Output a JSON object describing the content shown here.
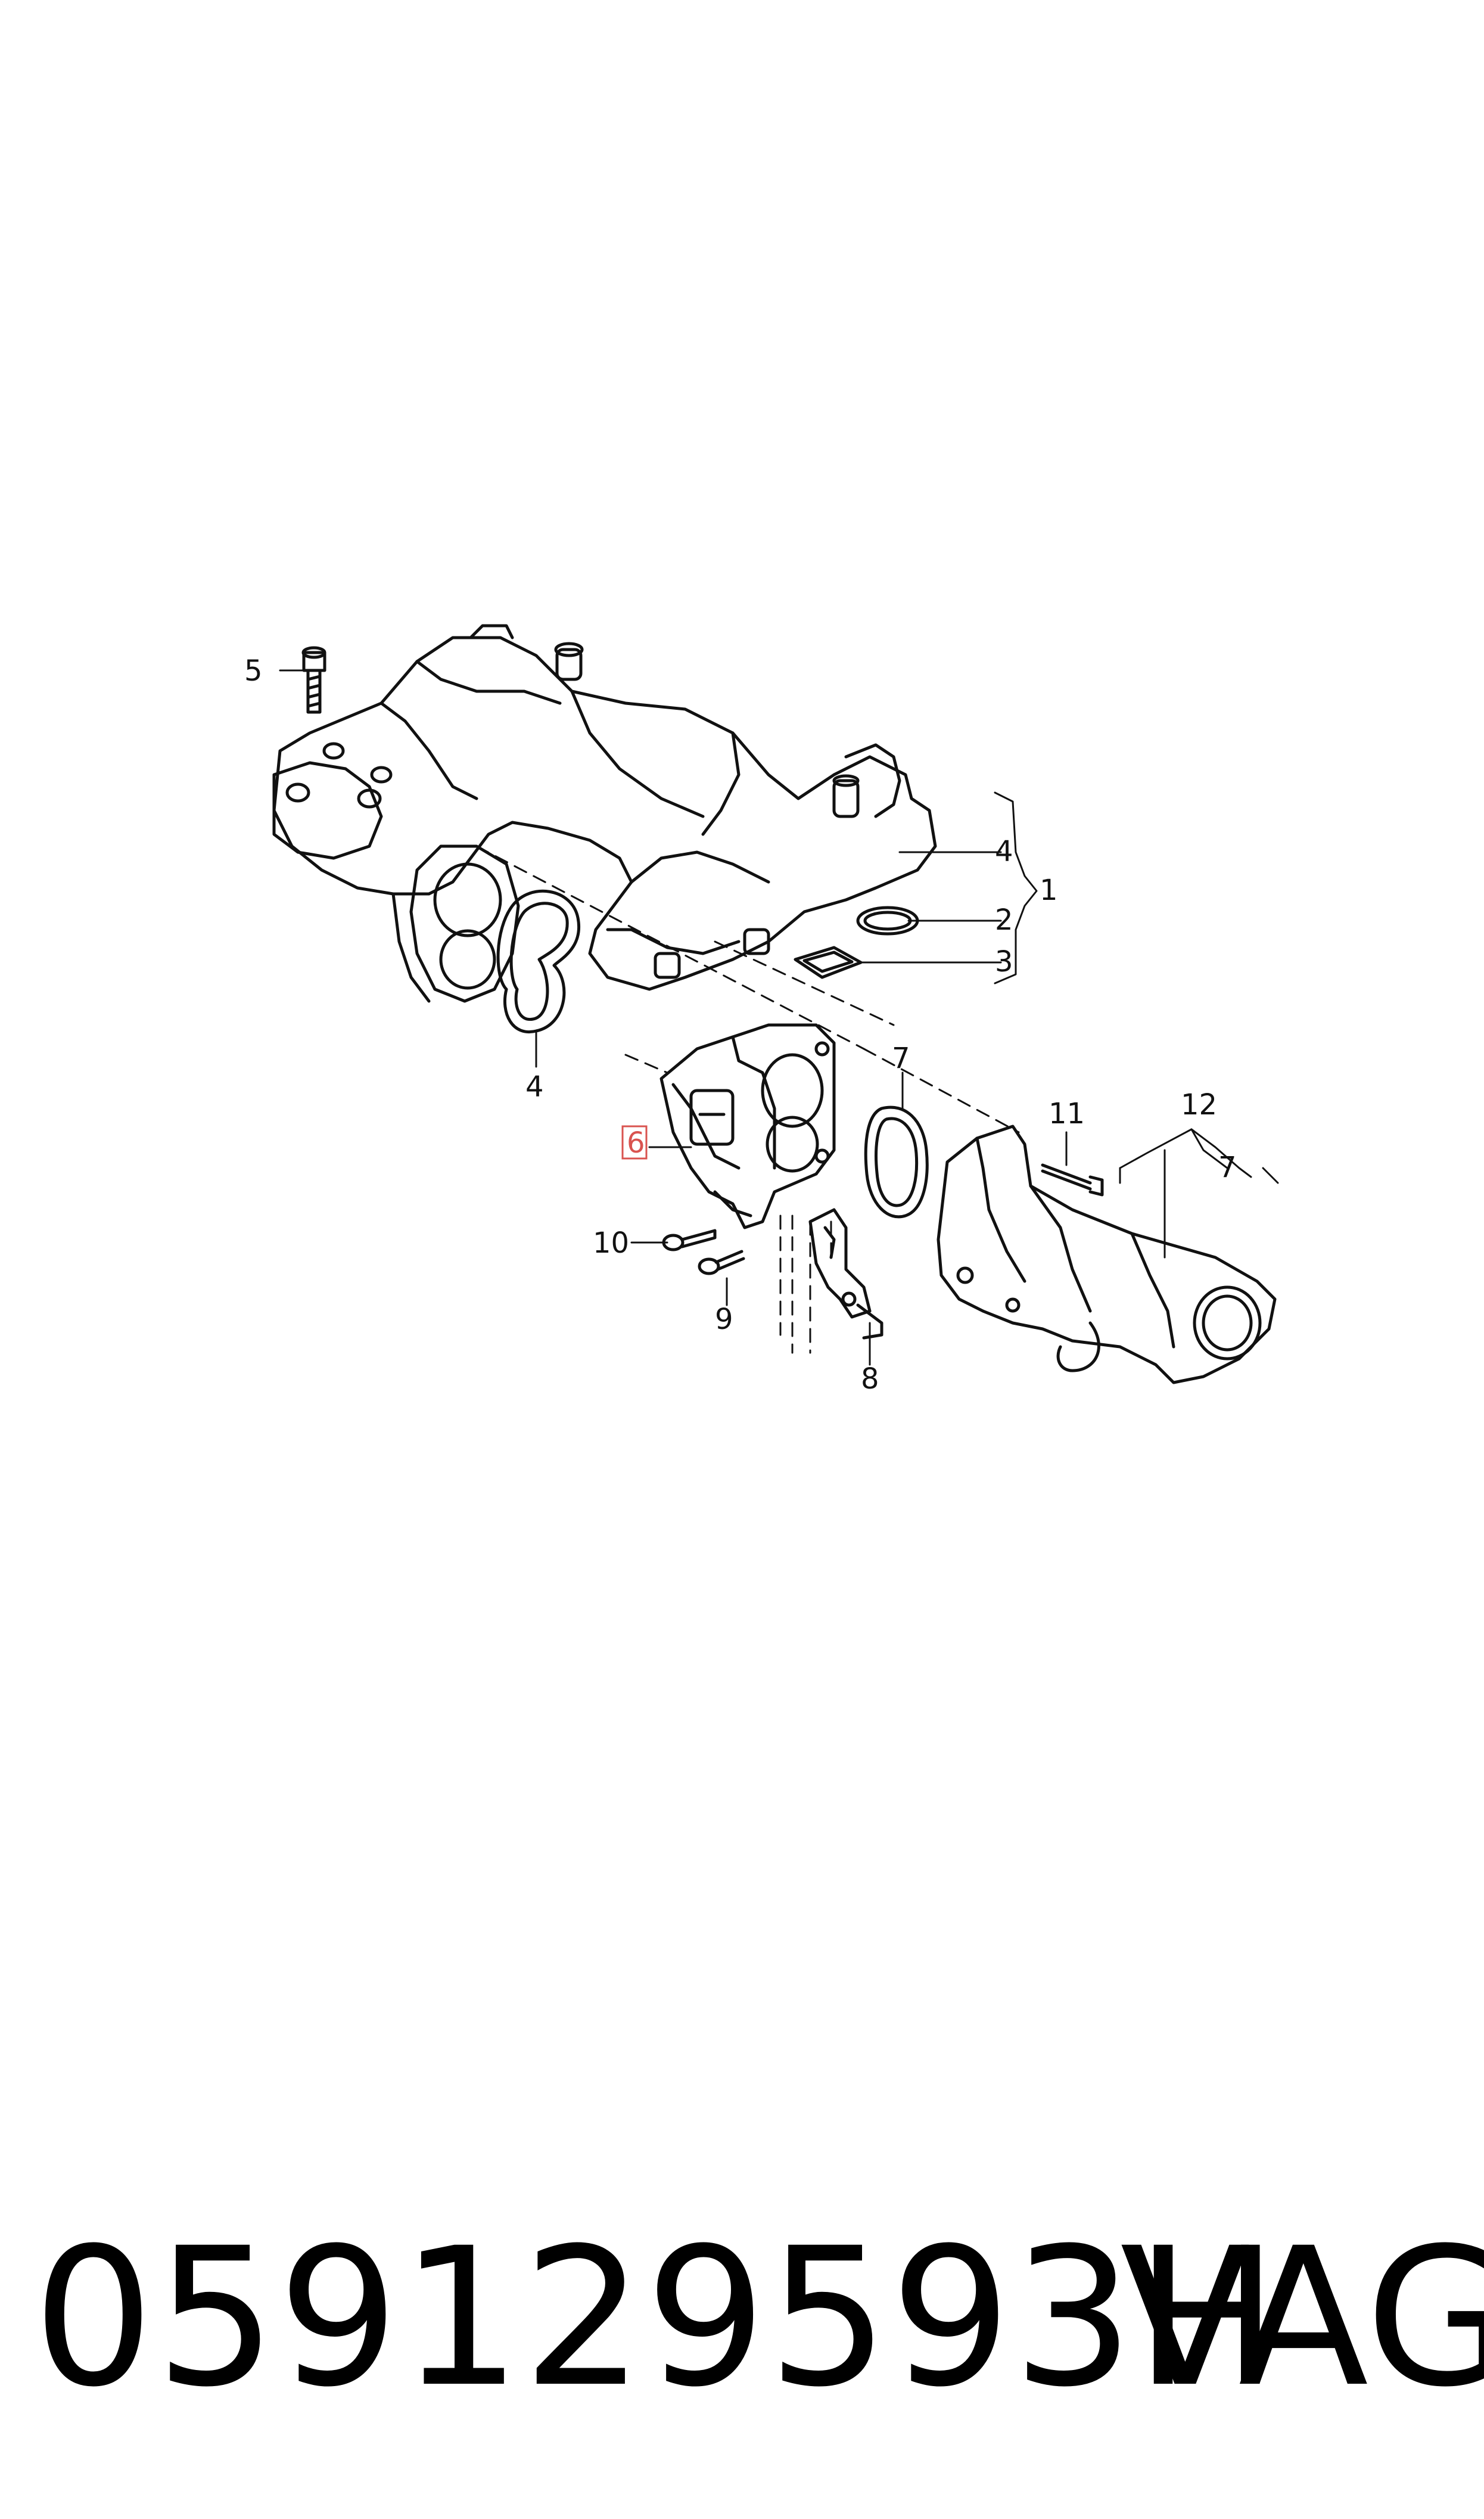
{
  "diagram": {
    "callouts": {
      "c1": "1",
      "c2": "2",
      "c3": "3",
      "c4a": "4",
      "c4b": "4",
      "c5": "5",
      "c6": "6",
      "c7a": "7",
      "c7b": "7",
      "c8": "8",
      "c9": "9",
      "c10": "10",
      "c11": "11",
      "c12": "12"
    },
    "highlight_color": "#d9534f",
    "line_color": "#111111"
  },
  "footer": {
    "part_number": "059129593H",
    "brand": "VAG"
  }
}
